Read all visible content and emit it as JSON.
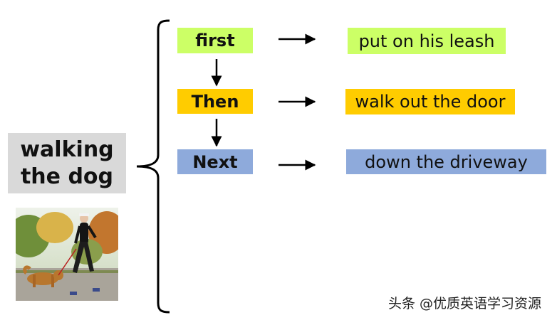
{
  "topic": {
    "line1": "walking",
    "line2": "the dog"
  },
  "steps": [
    {
      "stage": "first",
      "action": "put on his leash",
      "color": "#ccff66"
    },
    {
      "stage": "Then",
      "action": "walk out the door",
      "color": "#ffcc00"
    },
    {
      "stage": "Next",
      "action": "down the driveway",
      "color": "#8eaadb"
    }
  ],
  "photo": {
    "icon": "woman-walking-dog-photo"
  },
  "watermark": "头条 @优质英语学习资源"
}
